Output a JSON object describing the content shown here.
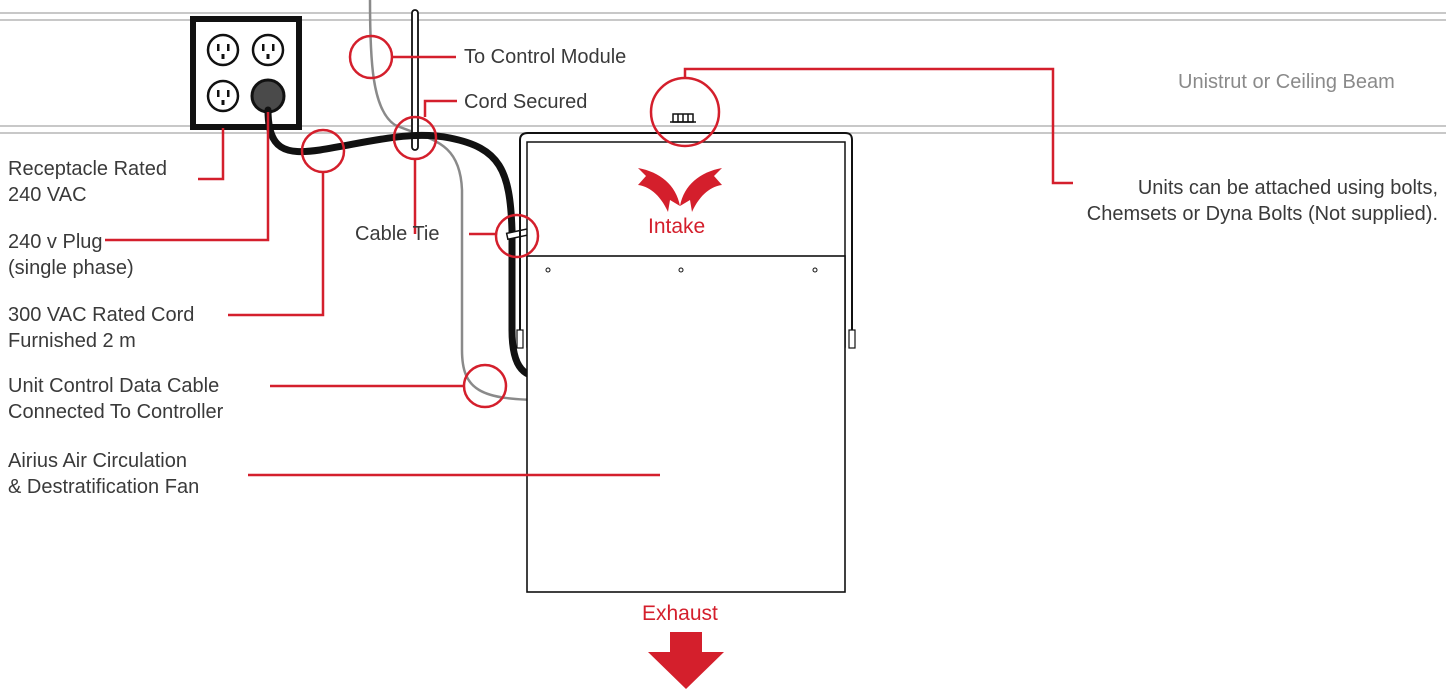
{
  "colors": {
    "accent": "#d41f2c",
    "line": "#3a3a3a",
    "grey_line": "#8a8a8a",
    "cord": "#111111"
  },
  "icons": [
    "receptacle-icon",
    "plug-icon",
    "intake-arrows-icon",
    "exhaust-arrow-icon",
    "mounting-bolt-icon",
    "cable-tie-icon"
  ],
  "callouts": {
    "ceiling": "Unistrut or Ceiling Beam",
    "control_module": "To Control Module",
    "cord_secured": "Cord Secured",
    "cable_tie": "Cable Tie",
    "receptacle": {
      "line1": "Receptacle Rated",
      "line2": "240 VAC"
    },
    "plug": {
      "line1": "240 v Plug",
      "line2": "(single phase)"
    },
    "cord": {
      "line1": "300 VAC Rated Cord",
      "line2": "Furnished 2 m"
    },
    "data_cable": {
      "line1": "Unit Control Data Cable",
      "line2": "Connected To Controller"
    },
    "fan": {
      "line1": "Airius Air Circulation",
      "line2": "& Destratification Fan"
    },
    "bolts": {
      "line1": "Units can be attached using bolts,",
      "line2": "Chemsets or Dyna Bolts (Not supplied)."
    }
  },
  "airflow": {
    "intake": "Intake",
    "exhaust": "Exhaust"
  }
}
